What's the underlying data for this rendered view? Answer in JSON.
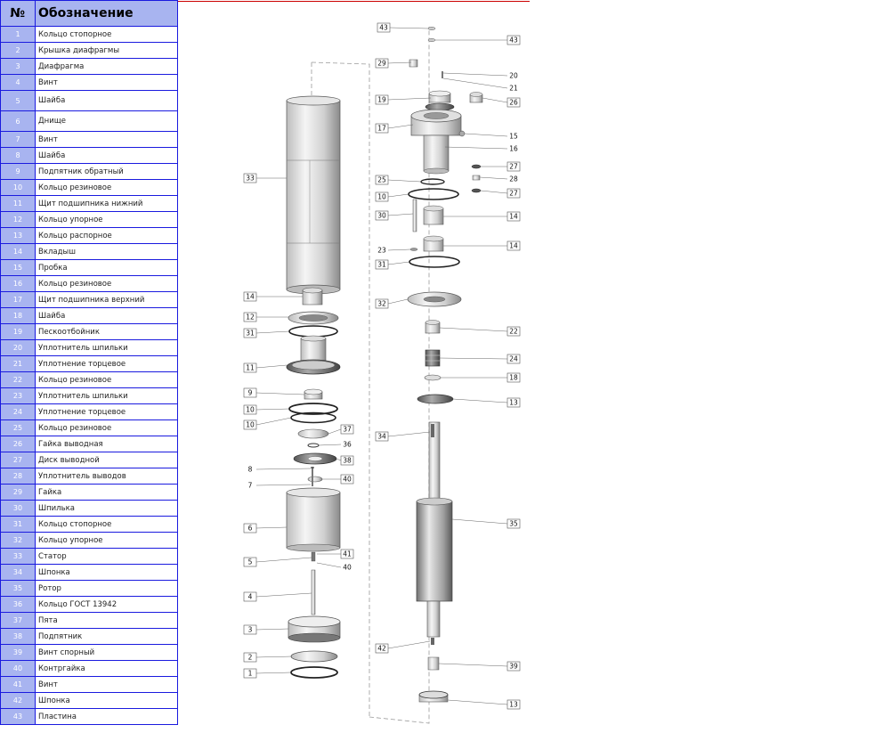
{
  "table": {
    "header_num": "№",
    "header_name": "Обозначение",
    "rows": [
      {
        "num": "1",
        "name": "Кольцо стопорное"
      },
      {
        "num": "2",
        "name": "Крышка диафрагмы"
      },
      {
        "num": "3",
        "name": "Диафрагма"
      },
      {
        "num": "4",
        "name": "Винт"
      },
      {
        "num": "5",
        "name": "Шайба"
      },
      {
        "num": "6",
        "name": "Днище"
      },
      {
        "num": "7",
        "name": "Винт"
      },
      {
        "num": "8",
        "name": "Шайба"
      },
      {
        "num": "9",
        "name": "Подпятник обратный"
      },
      {
        "num": "10",
        "name": "Кольцо резиновое"
      },
      {
        "num": "11",
        "name": "Щит подшипника нижний"
      },
      {
        "num": "12",
        "name": "Кольцо упорное"
      },
      {
        "num": "13",
        "name": "Кольцо распорное"
      },
      {
        "num": "14",
        "name": "Вкладыш"
      },
      {
        "num": "15",
        "name": "Пробка"
      },
      {
        "num": "16",
        "name": "Кольцо резиновое"
      },
      {
        "num": "17",
        "name": "Щит подшипника верхний"
      },
      {
        "num": "18",
        "name": "Шайба"
      },
      {
        "num": "19",
        "name": "Пескоотбойник"
      },
      {
        "num": "20",
        "name": "Уплотнитель шпильки"
      },
      {
        "num": "21",
        "name": "Уплотнение торцевое"
      },
      {
        "num": "22",
        "name": "Кольцо резиновое"
      },
      {
        "num": "23",
        "name": "Уплотнитель шпильки"
      },
      {
        "num": "24",
        "name": "Уплотнение торцевое"
      },
      {
        "num": "25",
        "name": "Кольцо резиновое"
      },
      {
        "num": "26",
        "name": "Гайка выводная"
      },
      {
        "num": "27",
        "name": "Диск выводной"
      },
      {
        "num": "28",
        "name": "Уплотнитель выводов"
      },
      {
        "num": "29",
        "name": "Гайка"
      },
      {
        "num": "30",
        "name": "Шпилька"
      },
      {
        "num": "31",
        "name": "Кольцо стопорное"
      },
      {
        "num": "32",
        "name": "Кольцо упорное"
      },
      {
        "num": "33",
        "name": "Статор"
      },
      {
        "num": "34",
        "name": "Шпонка"
      },
      {
        "num": "35",
        "name": "Ротор"
      },
      {
        "num": "36",
        "name": "Кольцо ГОСТ 13942"
      },
      {
        "num": "37",
        "name": "Пята"
      },
      {
        "num": "38",
        "name": "Подпятник"
      },
      {
        "num": "39",
        "name": "Винт спорный"
      },
      {
        "num": "40",
        "name": "Контргайка"
      },
      {
        "num": "41",
        "name": "Винт"
      },
      {
        "num": "42",
        "name": "Шпонка"
      },
      {
        "num": "43",
        "name": "Пластина"
      }
    ]
  },
  "callouts": {
    "c43a": "43",
    "c43b": "43",
    "c29": "29",
    "c20": "20",
    "c21": "21",
    "c19": "19",
    "c26": "26",
    "c17": "17",
    "c15": "15",
    "c16": "16",
    "c27a": "27",
    "c28": "28",
    "c27b": "27",
    "c25": "25",
    "c10r": "10",
    "c30": "30",
    "c14r1": "14",
    "c23": "23",
    "c14r2": "14",
    "c31r": "31",
    "c32": "32",
    "c22": "22",
    "c24": "24",
    "c18": "18",
    "c13a": "13",
    "c34": "34",
    "c35": "35",
    "c42": "42",
    "c39": "39",
    "c13b": "13",
    "c33": "33",
    "c14l": "14",
    "c12": "12",
    "c31l": "31",
    "c11": "11",
    "c9": "9",
    "c10l1": "10",
    "c10l2": "10",
    "c37": "37",
    "c36": "36",
    "c38": "38",
    "c8": "8",
    "c7": "7",
    "c40a": "40",
    "c6": "6",
    "c5": "5",
    "c41": "41",
    "c40b": "40",
    "c4": "4",
    "c3": "3",
    "c2": "2",
    "c1": "1"
  }
}
